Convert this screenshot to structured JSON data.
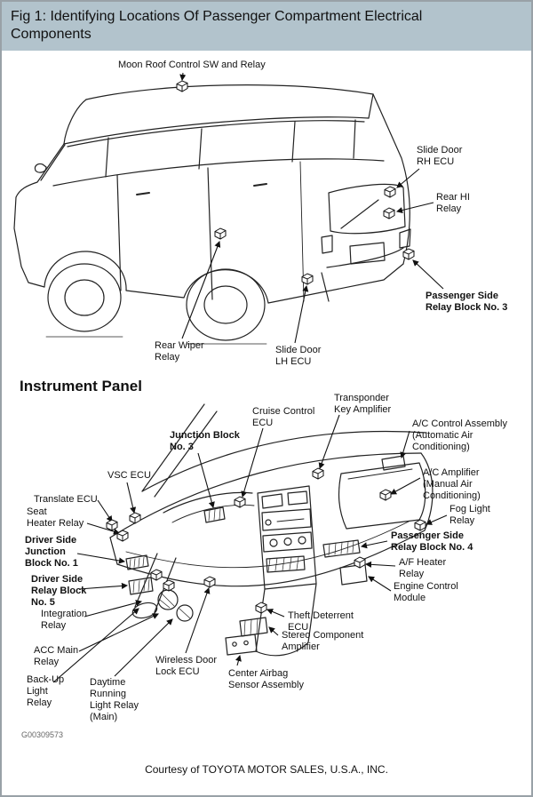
{
  "header": {
    "title": "Fig 1: Identifying Locations Of Passenger Compartment Electrical Components"
  },
  "colors": {
    "header_bg": "#b2c3cc",
    "line": "#222222",
    "text": "#111111"
  },
  "van": {
    "labels": [
      {
        "id": "moon-roof-control-sw-and-relay",
        "text": "Moon Roof Control SW and Relay",
        "bold": false
      },
      {
        "id": "slide-door-rh-ecu",
        "text": "Slide Door\nRH ECU",
        "bold": false
      },
      {
        "id": "rear-hi-relay",
        "text": "Rear HI\nRelay",
        "bold": false
      },
      {
        "id": "passenger-side-relay-block-no-3",
        "text": "Passenger Side\nRelay Block No. 3",
        "bold": true
      },
      {
        "id": "rear-wiper-relay",
        "text": "Rear Wiper\nRelay",
        "bold": false
      },
      {
        "id": "slide-door-lh-ecu",
        "text": "Slide Door\nLH ECU",
        "bold": false
      }
    ]
  },
  "panel": {
    "heading": "Instrument Panel",
    "labels": [
      {
        "id": "transponder-key-amplifier",
        "text": "Transponder\nKey Amplifier",
        "bold": false
      },
      {
        "id": "cruise-control-ecu",
        "text": "Cruise Control\nECU",
        "bold": false
      },
      {
        "id": "junction-block-no-3",
        "text": "Junction Block\nNo. 3",
        "bold": true
      },
      {
        "id": "ac-control-assembly",
        "text": "A/C Control Assembly\n(Automatic Air\nConditioning)",
        "bold": false
      },
      {
        "id": "vsc-ecu",
        "text": "VSC ECU",
        "bold": false
      },
      {
        "id": "ac-amplifier",
        "text": "A/C Amplifier\n(Manual Air\nConditioning)",
        "bold": false
      },
      {
        "id": "translate-ecu",
        "text": "Translate ECU",
        "bold": false
      },
      {
        "id": "seat-heater-relay",
        "text": "Seat\nHeater Relay",
        "bold": false
      },
      {
        "id": "fog-light-relay",
        "text": "Fog Light\nRelay",
        "bold": false
      },
      {
        "id": "passenger-side-relay-block-no-4",
        "text": "Passenger Side\nRelay Block No. 4",
        "bold": true
      },
      {
        "id": "driver-side-junction-block-no-1",
        "text": "Driver Side\nJunction\nBlock No. 1",
        "bold": true
      },
      {
        "id": "af-heater-relay",
        "text": "A/F Heater\nRelay",
        "bold": false
      },
      {
        "id": "driver-side-relay-block-no-5",
        "text": "Driver Side\nRelay Block\nNo. 5",
        "bold": true
      },
      {
        "id": "engine-control-module",
        "text": "Engine Control\nModule",
        "bold": false
      },
      {
        "id": "integration-relay",
        "text": "Integration\nRelay",
        "bold": false
      },
      {
        "id": "theft-deterrent-ecu",
        "text": "Theft Deterrent\nECU",
        "bold": false
      },
      {
        "id": "acc-main-relay",
        "text": "ACC Main\nRelay",
        "bold": false
      },
      {
        "id": "stereo-component-amplifier",
        "text": "Stereo Component\nAmplifier",
        "bold": false
      },
      {
        "id": "wireless-door-lock-ecu",
        "text": "Wireless Door\nLock ECU",
        "bold": false
      },
      {
        "id": "backup-light-relay",
        "text": "Back-Up\nLight\nRelay",
        "bold": false
      },
      {
        "id": "center-airbag-sensor-assembly",
        "text": "Center Airbag\nSensor Assembly",
        "bold": false
      },
      {
        "id": "daytime-running-light-relay-main",
        "text": "Daytime\nRunning\nLight Relay\n(Main)",
        "bold": false
      }
    ]
  },
  "footer": {
    "figure_id": "G00309573",
    "courtesy": "Courtesy of TOYOTA MOTOR SALES, U.S.A., INC."
  }
}
